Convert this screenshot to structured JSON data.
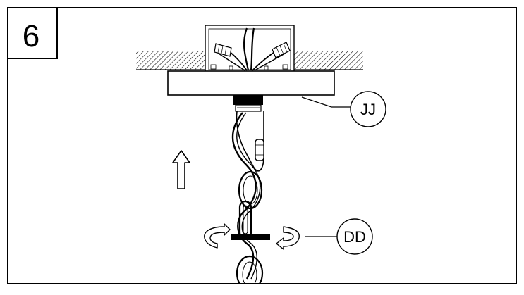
{
  "step": {
    "number": "6"
  },
  "callouts": [
    {
      "id": "jj",
      "label": "JJ"
    },
    {
      "id": "dd",
      "label": "DD"
    }
  ],
  "icons": {
    "lift_arrow": "up-arrow-icon",
    "rotate_left": "rotate-arrow-icon",
    "rotate_right": "rotate-arrow-icon"
  }
}
